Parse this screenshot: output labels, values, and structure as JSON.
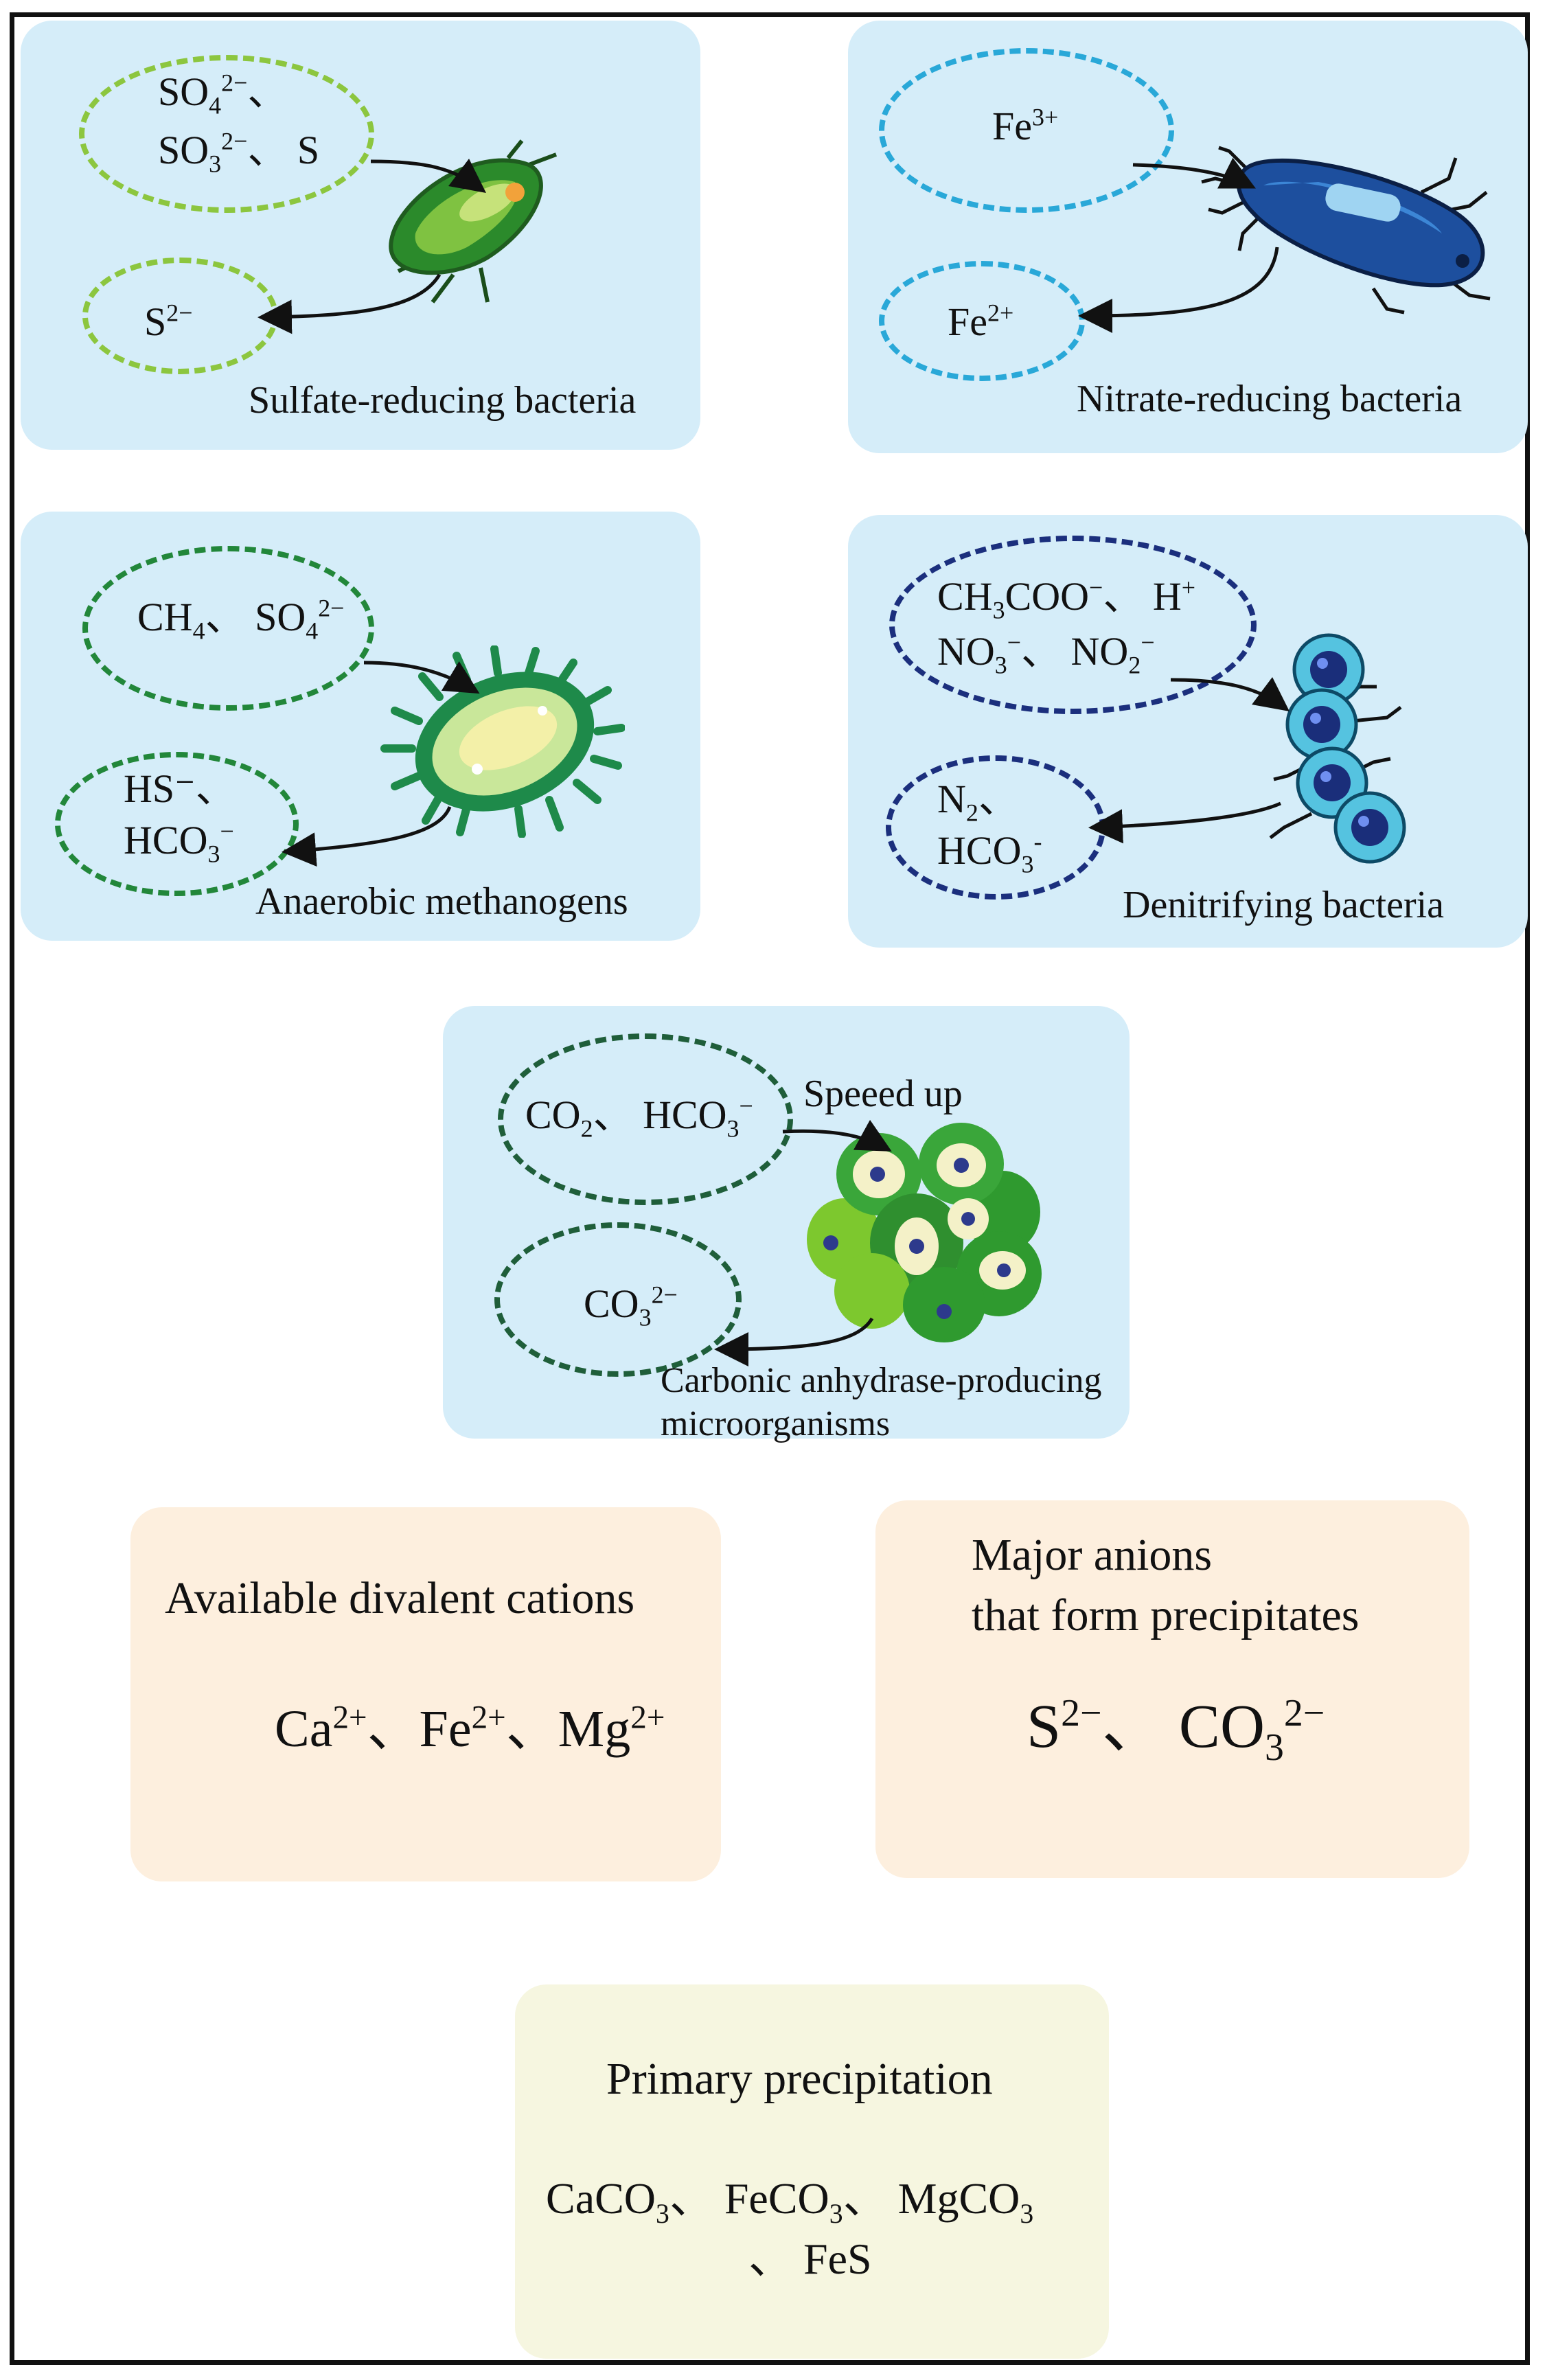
{
  "colors": {
    "panel_blue": "#d5edf9",
    "panel_peach": "#fdefde",
    "panel_cream": "#f6f6e0",
    "dash_lime": "#8cc63f",
    "dash_cyan": "#29a8d8",
    "dash_green": "#22873a",
    "dash_navy": "#1b2f7d",
    "dash_darkgreen": "#1f5e3a"
  },
  "panels": {
    "sulfate": {
      "name": "Sulfate-reducing bacteria",
      "in": {
        "l1": [
          "SO",
          "4",
          "2−",
          "、"
        ],
        "l2": [
          "SO",
          "3",
          "2−",
          "、 S"
        ]
      },
      "out": [
        "S",
        "2−"
      ]
    },
    "nitrate": {
      "name": "Nitrate-reducing bacteria",
      "in": [
        "Fe",
        "3+"
      ],
      "out": [
        "Fe",
        "2+"
      ]
    },
    "methanogens": {
      "name": "Anaerobic methanogens",
      "in": [
        "CH",
        "4",
        "、 SO",
        "4",
        "2−"
      ],
      "out": {
        "l1": "HS⁻、",
        "l2": [
          "HCO",
          "3",
          "−"
        ]
      }
    },
    "denitrifying": {
      "name": "Denitrifying bacteria",
      "in": {
        "l1": [
          "CH",
          "3",
          "COO",
          "−",
          "、 H",
          "+"
        ],
        "l2": [
          "NO",
          "3",
          "−",
          "、 NO",
          "2",
          "−"
        ]
      },
      "out": {
        "l1": [
          "N",
          "2",
          "、"
        ],
        "l2": [
          "HCO",
          "3",
          "-"
        ]
      }
    },
    "carbonic": {
      "label": "Speeed up",
      "name_l1": "Carbonic anhydrase-producing",
      "name_l2": "microorganisms",
      "in": [
        "CO",
        "2",
        "、 HCO",
        "3",
        "−"
      ],
      "out": [
        "CO",
        "3",
        "2−"
      ]
    }
  },
  "cations": {
    "title": "Available divalent cations",
    "values": [
      "Ca",
      "2+",
      "、Fe",
      "2+",
      "、Mg",
      "2+"
    ]
  },
  "anions": {
    "title_l1": "Major anions",
    "title_l2": "that form precipitates",
    "values": [
      "S",
      "2−",
      "、 CO",
      "3",
      "2−"
    ]
  },
  "precipitation": {
    "title": "Primary precipitation",
    "l1": [
      "CaCO",
      "3",
      "、 FeCO",
      "3",
      "、 MgCO",
      "3"
    ],
    "l2": "、 FeS"
  }
}
